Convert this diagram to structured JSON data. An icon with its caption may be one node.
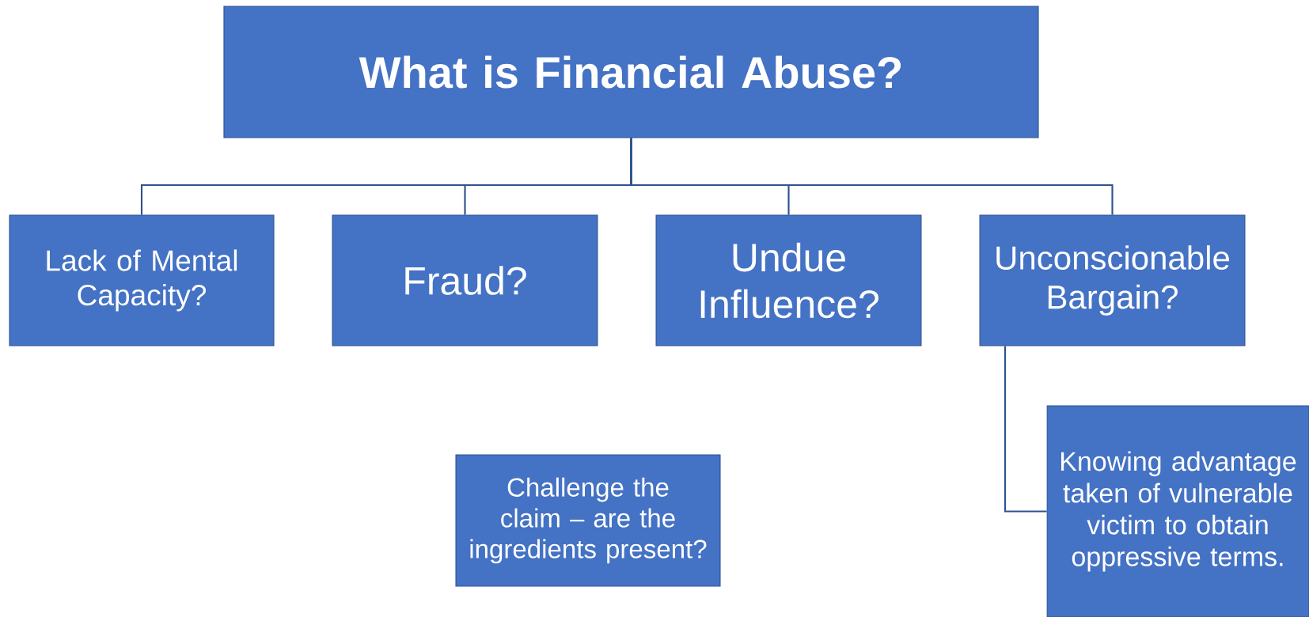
{
  "diagram": {
    "nodes": [
      {
        "text": [
          "What is Financial Abuse?"
        ]
      },
      {
        "text": [
          "Lack of Mental Capacity?"
        ]
      },
      {
        "text": [
          "Fraud?"
        ]
      },
      {
        "text": [
          "Undue Influence?"
        ]
      },
      {
        "text": [
          "Unconscionable Bargain?"
        ]
      },
      {
        "text": [
          "Challenge the claim – are the ingredients present?"
        ]
      },
      {
        "text": [
          "Knowing advantage taken of vulnerable victim to obtain oppressive terms."
        ]
      }
    ],
    "edges": [
      {
        "from": 0,
        "to": 1,
        "arrow": "none"
      },
      {
        "from": 0,
        "to": 2,
        "arrow": "none"
      },
      {
        "from": 0,
        "to": 3,
        "arrow": "none"
      },
      {
        "from": 0,
        "to": 4,
        "arrow": "none"
      },
      {
        "from": 4,
        "to": 6,
        "arrow": "none"
      }
    ]
  }
}
